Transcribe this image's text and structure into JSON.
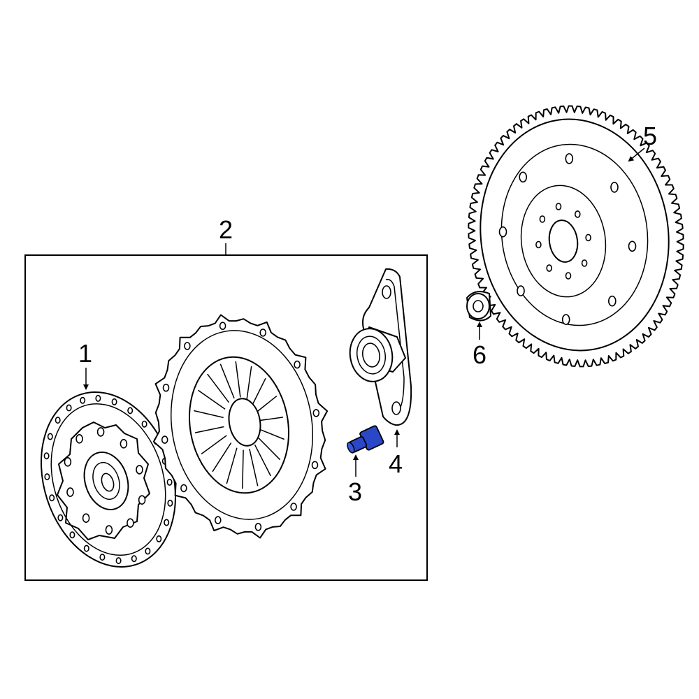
{
  "callouts": {
    "c1": "1",
    "c2": "2",
    "c3": "3",
    "c4": "4",
    "c5": "5",
    "c6": "6"
  },
  "colors": {
    "highlight": "#2a47c8",
    "line": "#000000",
    "background": "#ffffff"
  }
}
